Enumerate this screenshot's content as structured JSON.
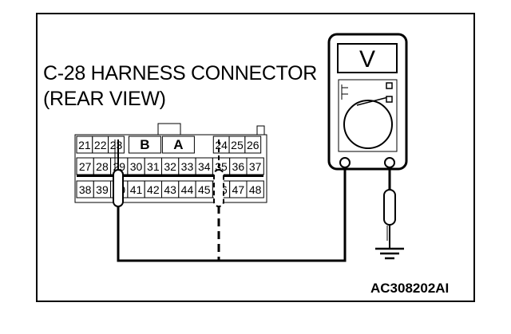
{
  "title": {
    "line1": "C-28 HARNESS CONNECTOR",
    "line2": "(REAR VIEW)"
  },
  "figure_code": "AC308202AI",
  "meter_symbol": "V",
  "connector": {
    "row1": {
      "left": [
        "21",
        "22",
        "23"
      ],
      "middle": [
        "B",
        "A"
      ],
      "right": [
        "24",
        "25",
        "26"
      ]
    },
    "row2": [
      "27",
      "28",
      "29",
      "30",
      "31",
      "32",
      "33",
      "34",
      "35",
      "36",
      "37"
    ],
    "row3": [
      "38",
      "39",
      "40",
      "41",
      "42",
      "43",
      "44",
      "45",
      "46",
      "47",
      "48"
    ]
  },
  "icons": [
    "voltmeter-icon",
    "probe-icon",
    "ground-icon"
  ],
  "colors": {
    "line": "#000000",
    "background": "#ffffff"
  }
}
